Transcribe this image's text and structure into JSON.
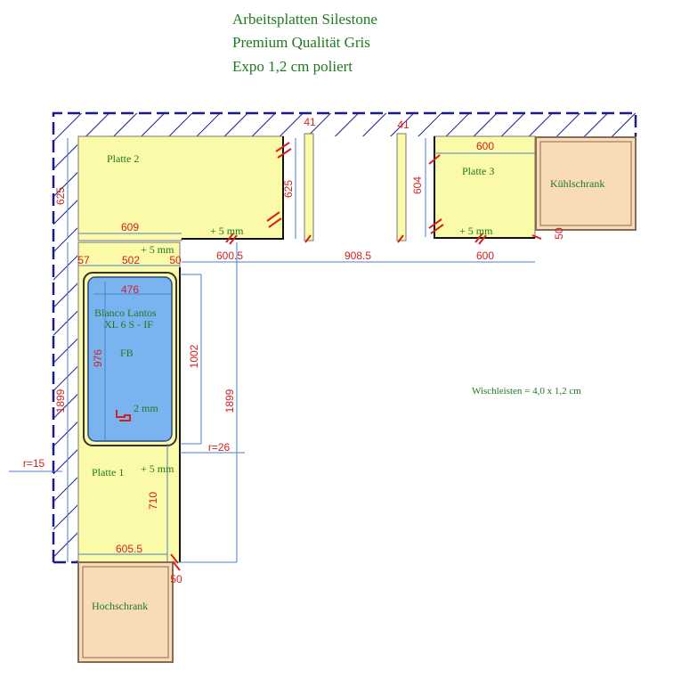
{
  "title": {
    "line1": "Arbeitsplatten Silestone",
    "line2": "Premium Qualität Gris",
    "line3": "Expo 1,2 cm poliert"
  },
  "labels": {
    "platte1": "Platte 1",
    "platte2": "Platte 2",
    "platte3": "Platte 3",
    "kuehlschrank": "Kühlschrank",
    "hochschrank": "Hochschrank",
    "sink_line1": "Blanco Lantos",
    "sink_line2": "XL 6 S - IF",
    "fb": "FB",
    "wischleisten": "Wischleisten = 4,0 x 1,2 cm",
    "plus5_a": "+ 5 mm",
    "plus5_b": "+ 5 mm",
    "plus5_c": "+ 5 mm",
    "plus5_d": "+ 5 mm",
    "two_mm": "2 mm"
  },
  "dimensions": {
    "d625_left": "625",
    "d625_right": "625",
    "d609": "609",
    "d41_a": "41",
    "d41_b": "41",
    "d604": "604",
    "d600_top": "600",
    "d600_5": "600.5",
    "d908_5": "908.5",
    "d600_bottom": "600",
    "d57": "57",
    "d502": "502",
    "d50_top": "50",
    "d476": "476",
    "d976": "976",
    "d1002": "1002",
    "d1899_left": "1899",
    "d1899_right": "1899",
    "r26": "r=26",
    "r15": "r=15",
    "d710": "710",
    "d605_5": "605.5",
    "d50_bottom": "50",
    "d50_fridge": "50"
  },
  "colors": {
    "worktop": "#fafaa8",
    "cabinet": "#f8dcb8",
    "sink": "#7ab4f0",
    "wall": "#1a1a8c",
    "dimension": "#4a7fd0",
    "dimension_text": "#d42020",
    "label_text": "#1f7a1f"
  }
}
